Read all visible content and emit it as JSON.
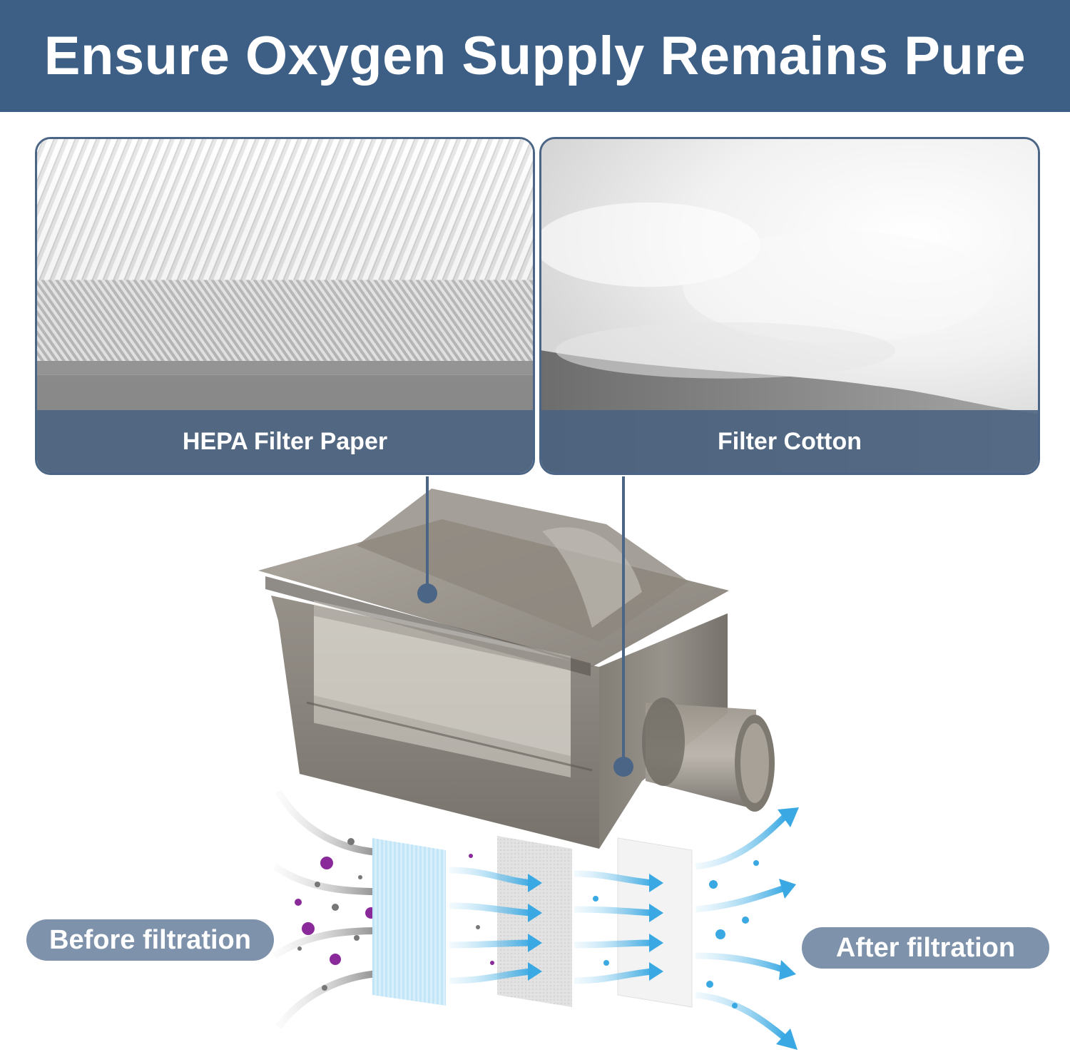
{
  "header": {
    "title": "Ensure Oxygen Supply Remains Pure"
  },
  "panels": [
    {
      "label": "HEPA Filter Paper",
      "texture": "pleated-paper"
    },
    {
      "label": "Filter Cotton",
      "texture": "cotton"
    }
  ],
  "labels": {
    "before": "Before filtration",
    "after": "After filtration"
  },
  "colors": {
    "header_bg": "#3d5f85",
    "panel_border": "#4a6585",
    "caption_bg": "#4a6280",
    "pill_bg": "#7e92ab",
    "pointer": "#4a6585",
    "arrow_blue": "#4fb3e8",
    "arrow_gray": "#9a9a9a",
    "pollutant_purple": "#8a2a9a"
  }
}
